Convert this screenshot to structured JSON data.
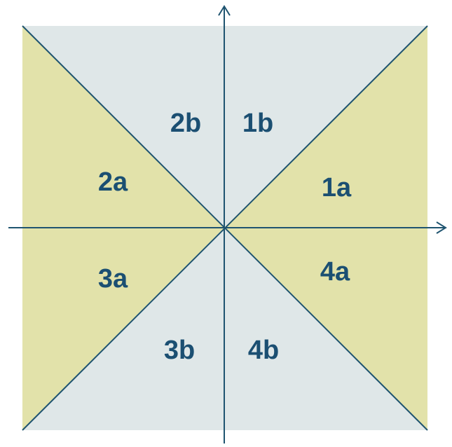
{
  "colors": {
    "light_region": "#dfe7e8",
    "tan_region": "#e2e2aa",
    "line": "#1f5470",
    "label": "#1b4f72"
  },
  "regions": {
    "r1a": "1a",
    "r1b": "1b",
    "r2a": "2a",
    "r2b": "2b",
    "r3a": "3a",
    "r3b": "3b",
    "r4a": "4a",
    "r4b": "4b"
  }
}
